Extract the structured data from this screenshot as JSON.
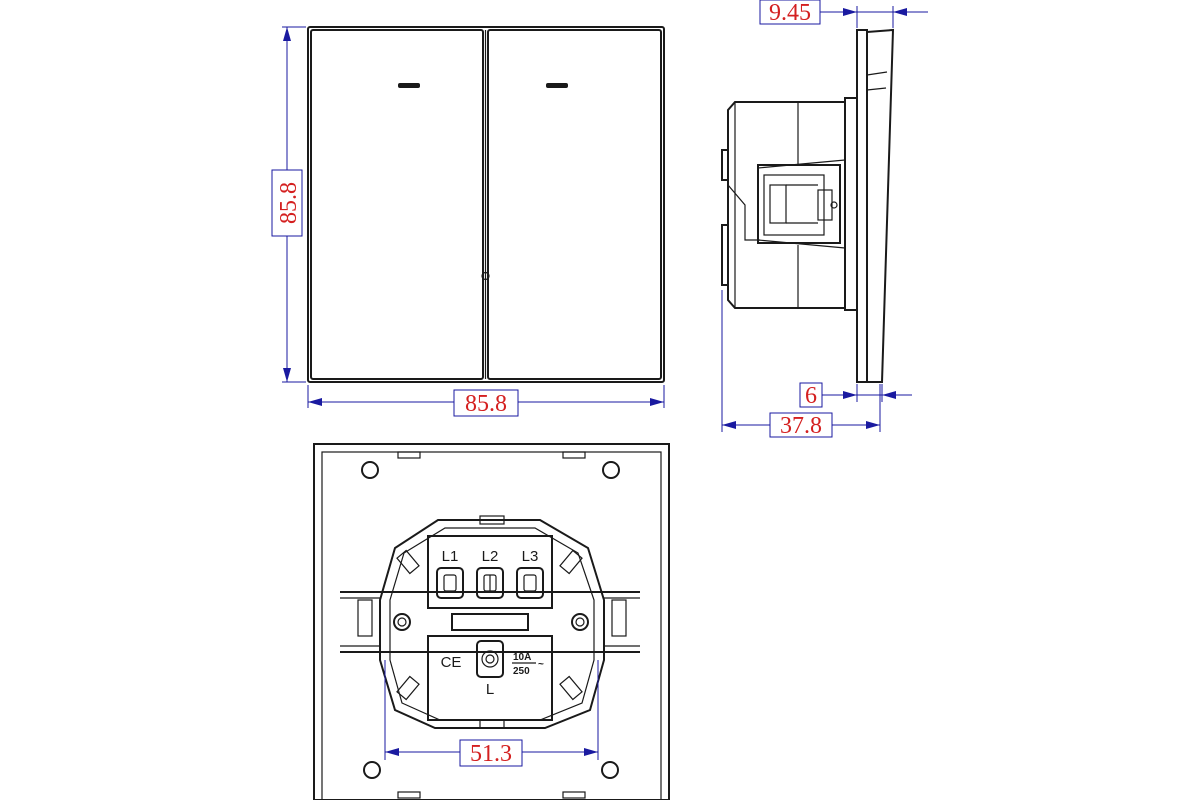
{
  "dimensions": {
    "front_height": "85.8",
    "front_width": "85.8",
    "side_top": "9.45",
    "side_small": "6",
    "side_depth": "37.8",
    "back_width": "51.3"
  },
  "terminals": {
    "l1": "L1",
    "l2": "L2",
    "l3": "L3",
    "l": "L"
  },
  "markings": {
    "ce": "CE",
    "current": "10A",
    "voltage": "250",
    "ac": "~"
  }
}
